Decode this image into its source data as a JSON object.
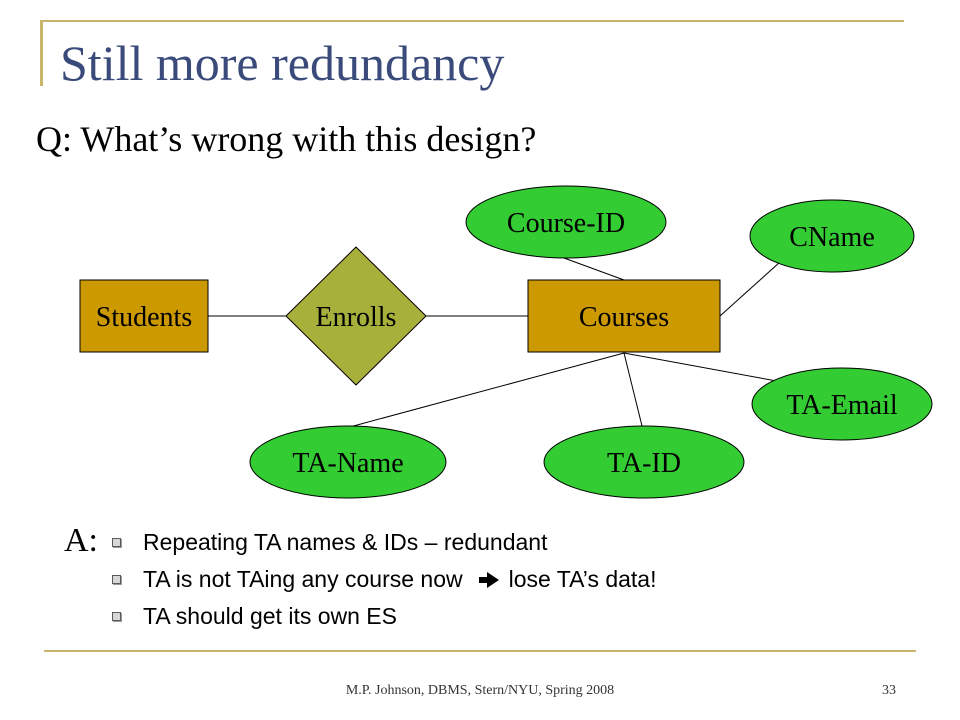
{
  "slide": {
    "title": "Still more redundancy",
    "question": "Q: What’s wrong with this design?",
    "answer_label": "A:",
    "footer": "M.P. Johnson, DBMS, Stern/NYU, Spring 2008",
    "page_number": "33"
  },
  "diagram": {
    "entities": {
      "students": "Students",
      "courses": "Courses"
    },
    "relationship": "Enrolls",
    "attributes": {
      "course_id": "Course-ID",
      "cname": "CName",
      "ta_email": "TA-Email",
      "ta_name": "TA-Name",
      "ta_id": "TA-ID"
    },
    "colors": {
      "entity": "#cc9900",
      "relationship": "#a8b03c",
      "attribute": "#33cc33",
      "accent": "#c9b56a"
    }
  },
  "answers": {
    "item1": "Repeating TA names & IDs – redundant",
    "item2_before": "TA is not TAing any course now",
    "item2_after": "lose TA’s data!",
    "item3": "TA should get its own ES"
  }
}
